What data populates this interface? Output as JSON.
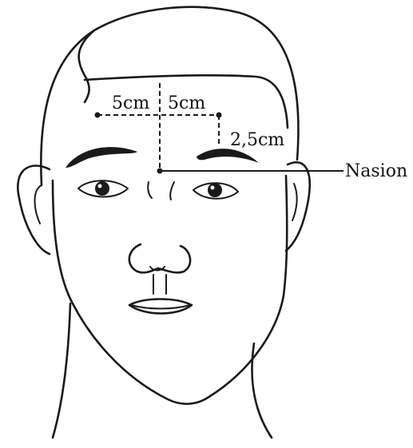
{
  "labels": {
    "left_distance": "5cm",
    "right_distance": "5cm",
    "vertical_distance": "2,5cm",
    "landmark": "Nasion"
  },
  "icons": [
    "face-outline-icon"
  ]
}
